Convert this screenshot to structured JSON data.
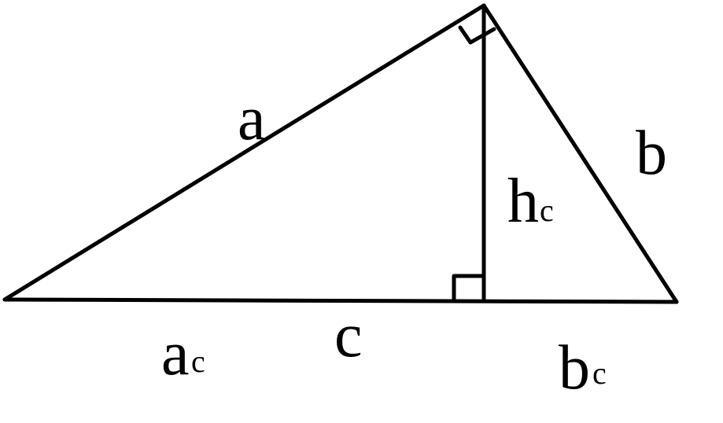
{
  "labels": {
    "side_a": "a",
    "side_b": "b",
    "side_c": "c",
    "altitude": {
      "main": "h",
      "sub": "c"
    },
    "segment_a": {
      "main": "a",
      "sub": "c"
    },
    "segment_b": {
      "main": "b",
      "sub": "c"
    }
  },
  "colors": {
    "stroke": "#000000",
    "background": "#ffffff"
  }
}
